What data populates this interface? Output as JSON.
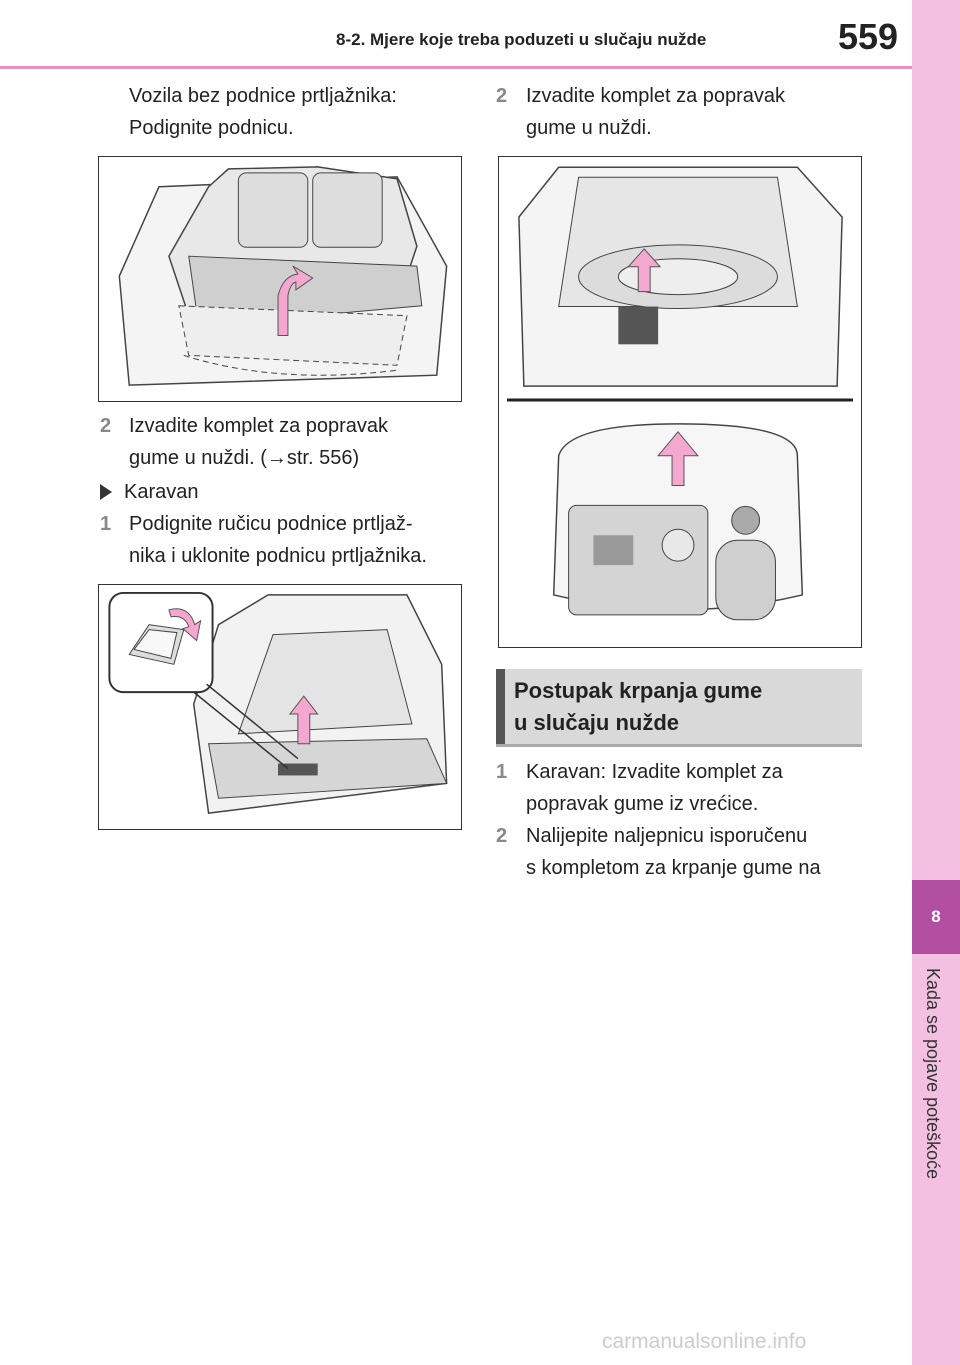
{
  "header": {
    "title": "8-2. Mjere koje treba poduzeti u slučaju nužde",
    "page_number": "559"
  },
  "side_tab": {
    "chapter_number": "8",
    "chapter_title": "Kada se pojave poteškoće"
  },
  "left_column": {
    "intro_line1": "Vozila bez podnice prtljažnika:",
    "intro_line2": "Podignite podnicu.",
    "step2_num": "2",
    "step2_line1": "Izvadite komplet za popravak",
    "step2_line2_prefix": "gume u nuždi. (",
    "step2_arrow": "→",
    "step2_line2_suffix": "str. 556)",
    "section_label": "Karavan",
    "step1_num": "1",
    "step1_line1": "Podignite ručicu podnice prtljaž-",
    "step1_line2": "nika i uklonite podnicu prtljažnika."
  },
  "right_column": {
    "step2_num": "2",
    "step2_line1": "Izvadite komplet za popravak",
    "step2_line2": "gume u nuždi.",
    "section_title_line1": "Postupak krpanja gume",
    "section_title_line2": "u slučaju nužde",
    "p_step1_num": "1",
    "p_step1_line1": "Karavan: Izvadite komplet za",
    "p_step1_line2": "popravak gume iz vrećice.",
    "p_step2_num": "2",
    "p_step2_line1": "Nalijepite naljepnicu isporučenu",
    "p_step2_line2": "s kompletom za krpanje gume na"
  },
  "figures": {
    "accent_color": "#f4a7cf",
    "icons": [
      "trunk-floor-lift-illustration",
      "wagon-handle-illustration",
      "spare-well-illustration",
      "repair-kit-bag-illustration"
    ]
  },
  "watermark": "carmanualsonline.info"
}
